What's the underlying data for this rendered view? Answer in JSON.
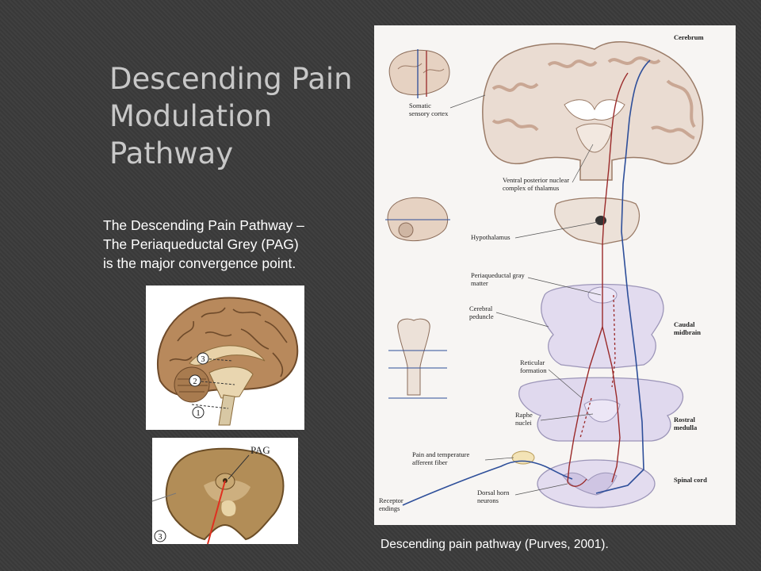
{
  "slide": {
    "title_lines": [
      "Descending Pain",
      "Modulation",
      "Pathway"
    ],
    "body_lines": [
      "The Descending Pain Pathway –",
      "The Periaqueductal Grey (PAG)",
      "is the major convergence point."
    ],
    "caption": "Descending pain pathway (Purves, 2001)."
  },
  "sagittal_figure": {
    "markers": [
      "1",
      "2",
      "3"
    ]
  },
  "pag_figure": {
    "label": "PAG",
    "marker": "3"
  },
  "diagram": {
    "labels": {
      "cerebrum": "Cerebrum",
      "somatic_1": "Somatic",
      "somatic_2": "sensory cortex",
      "vpn_1": "Ventral posterior nuclear",
      "vpn_2": "complex of thalamus",
      "hypothalamus": "Hypothalamus",
      "pag_1": "Periaqueductal gray",
      "pag_2": "matter",
      "cp_1": "Cerebral",
      "cp_2": "peduncle",
      "cm_1": "Caudal",
      "cm_2": "midbrain",
      "rf_1": "Reticular",
      "rf_2": "formation",
      "rn_1": "Raphe",
      "rn_2": "nuclei",
      "rm_1": "Rostral",
      "rm_2": "medulla",
      "pt_1": "Pain and temperature",
      "pt_2": "afferent fiber",
      "dh_1": "Dorsal horn",
      "dh_2": "neurons",
      "re_1": "Receptor",
      "re_2": "endings",
      "spinal": "Spinal cord"
    },
    "colors": {
      "ascending": "#2e4f9a",
      "descending": "#9a2a2a",
      "tissue": "#e9dcd0",
      "gyri": "#d6b7a3",
      "section": "#d9d5ea"
    }
  }
}
